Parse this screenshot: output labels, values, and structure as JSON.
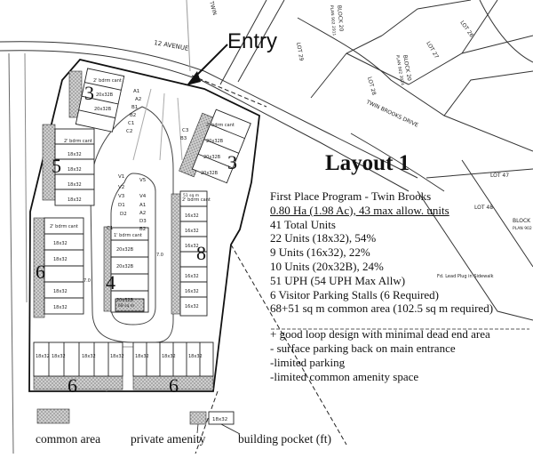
{
  "title": "Layout 1",
  "entry_label": "Entry",
  "summary": {
    "program": "First Place Program - Twin Brooks",
    "area": "0.80 Ha (1.98 Ac), 43 max allow. units",
    "lines": [
      "41 Total Units",
      "22 Units (18x32), 54%",
      "9 Units (16x32), 22%",
      "10 Units (20x32B), 24%",
      "51 UPH (54 UPH Max Allw)",
      "6 Visitor Parking Stalls (6 Required)",
      "68+51 sq m common area (102.5 sq m required)"
    ]
  },
  "notes": [
    "+ good loop design with minimal dead end area",
    "- surface parking back on main entrance",
    "-limited parking",
    "-limited common amenity space"
  ],
  "legend": {
    "common_area": "common area",
    "private_amenity": "private amenity",
    "building_pocket": "building pocket (ft)",
    "pocket_sample": "18x32"
  },
  "streets": {
    "avenue": "12 AVENUE",
    "drive": "TWIN BROOKS DRIVE",
    "twin": "TWIN"
  },
  "lots": [
    "LOT 29",
    "LOT 28",
    "LOT 27",
    "LOT 26",
    "LOT 47",
    "LOT 48"
  ],
  "blocks": {
    "block_a": "BLOCK 20",
    "plan_a": "PLAN 902 2911",
    "block_b": "BLOCK 20",
    "plan_b": "PLAN 902 3024",
    "block_c": "BLOCK",
    "plan_c": "PLAN 902"
  },
  "building_counts": [
    "3",
    "5",
    "3",
    "6",
    "4",
    "8",
    "6",
    "6"
  ],
  "unit_labels": {
    "bdrm": "2' bdrm cant",
    "bdrm_b": "1' bdrm cant",
    "u18": "18x32",
    "u16": "16x32",
    "u20": "20x32B"
  },
  "parking_labels": [
    "A1",
    "A2",
    "B1",
    "B2",
    "C1",
    "C2",
    "C3",
    "B3",
    "V1",
    "V2",
    "V3",
    "V4",
    "V5",
    "D1",
    "D2",
    "D3"
  ],
  "site_text": {
    "common_sqm_a": "51 sq m",
    "common_sqm_b": "68 sq m",
    "setback": "7.0",
    "survey_a": "Fd. Lead Plug in Sidewalk"
  }
}
